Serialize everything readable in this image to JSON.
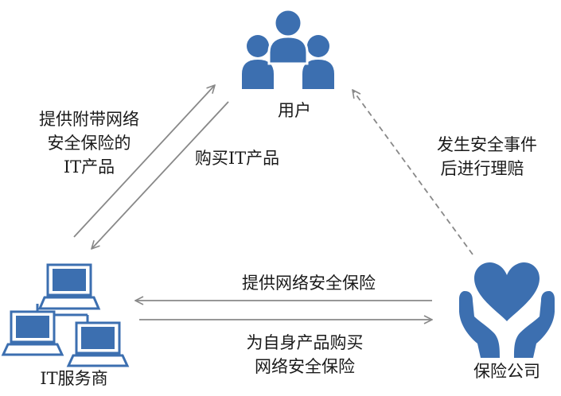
{
  "colors": {
    "icon_blue": "#3c6fb0",
    "icon_stroke": "#27528a",
    "arrow_gray": "#888888",
    "text": "#1a1a1a"
  },
  "nodes": {
    "user": {
      "label": "用户",
      "icon": "user-group-icon"
    },
    "it_provider": {
      "label": "IT服务商",
      "icon": "computer-network-icon"
    },
    "insurer": {
      "label": "保险公司",
      "icon": "heart-in-hands-icon"
    }
  },
  "edges": {
    "provider_to_user": {
      "lines": [
        "提供附带网络",
        "安全保险的",
        "IT产品"
      ]
    },
    "user_to_provider": {
      "lines": [
        "购买IT产品"
      ]
    },
    "insurer_to_user": {
      "lines": [
        "发生安全事件",
        "后进行理赔"
      ],
      "style": "dashed"
    },
    "insurer_to_provider": {
      "lines": [
        "提供网络安全保险"
      ]
    },
    "provider_to_insurer": {
      "lines": [
        "为自身产品购买",
        "网络安全保险"
      ]
    }
  }
}
